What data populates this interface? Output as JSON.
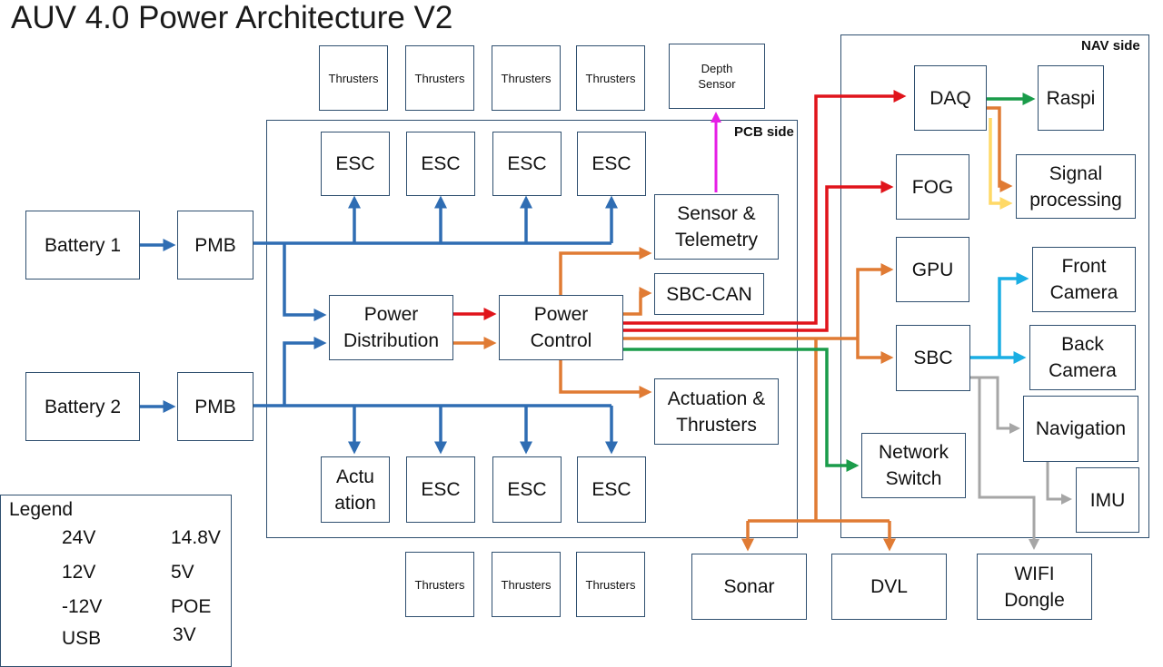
{
  "title": "AUV 4.0 Power Architecture V2",
  "regions": {
    "pcb": "PCB side",
    "nav": "NAV side"
  },
  "boxes": {
    "battery1": "Battery 1",
    "battery2": "Battery 2",
    "pmb1": "PMB",
    "pmb2": "PMB",
    "power_distribution": "Power\nDistribution",
    "power_control": "Power\nControl",
    "esc_top1": "ESC",
    "esc_top2": "ESC",
    "esc_top3": "ESC",
    "esc_top4": "ESC",
    "esc_bot2": "ESC",
    "esc_bot3": "ESC",
    "esc_bot4": "ESC",
    "actuation": "Actu\nation",
    "sensor_telemetry": "Sensor &\nTelemetry",
    "sbc_can": "SBC-CAN",
    "actuation_thrusters": "Actuation &\nThrusters",
    "thrusters_top1": "Thrusters",
    "thrusters_top2": "Thrusters",
    "thrusters_top3": "Thrusters",
    "thrusters_top4": "Thrusters",
    "thrusters_bot1": "Thrusters",
    "thrusters_bot2": "Thrusters",
    "thrusters_bot3": "Thrusters",
    "depth_sensor": "Depth\nSensor",
    "daq": "DAQ",
    "raspi": "Raspi",
    "signal_processing": "Signal\nprocessing",
    "fog": "FOG",
    "gpu": "GPU",
    "sbc": "SBC",
    "front_camera": "Front\nCamera",
    "back_camera": "Back\nCamera",
    "navigation": "Navigation",
    "imu": "IMU",
    "network_switch": "Network\nSwitch",
    "wifi_dongle": "WIFI\nDongle",
    "sonar": "Sonar",
    "dvl": "DVL"
  },
  "colors": {
    "v24": "#e0141b",
    "v14_8": "#2f6db3",
    "v14_8_legend": "#1f6fb0",
    "v12": "#e07b34",
    "v5": "#1a9c4a",
    "vneg12": "#ffd966",
    "poe": "#1aaee3",
    "usb": "#a6a6a6",
    "v3": "#e61ee6"
  },
  "legend": {
    "title": "Legend",
    "items": [
      {
        "label": "24V",
        "color": "#e0141b"
      },
      {
        "label": "14.8V",
        "color": "#1f6fb0"
      },
      {
        "label": "12V",
        "color": "#e07b34"
      },
      {
        "label": "5V",
        "color": "#1a9c4a"
      },
      {
        "label": "-12V",
        "color": "#ffd966"
      },
      {
        "label": "POE",
        "color": "#1aaee3"
      },
      {
        "label": "USB",
        "color": "#a6a6a6"
      },
      {
        "label": "3V",
        "color": "#e61ee6"
      }
    ]
  }
}
